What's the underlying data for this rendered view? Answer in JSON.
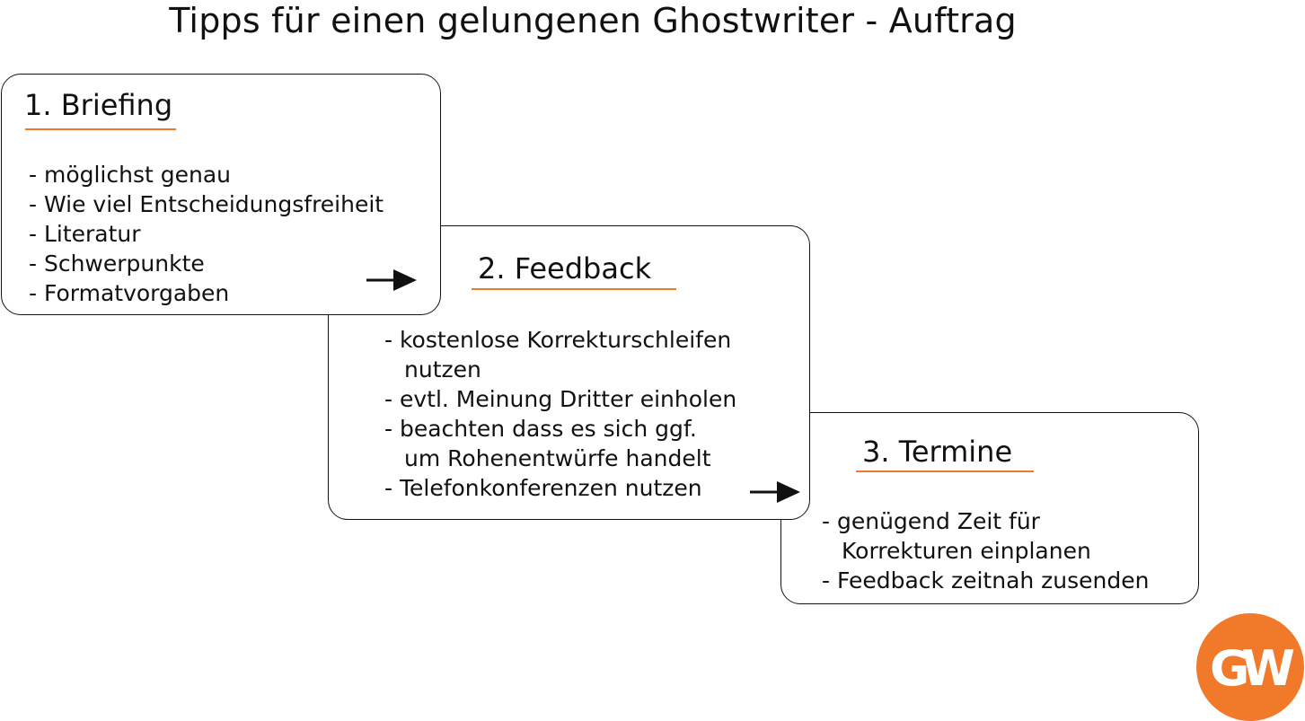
{
  "title": "Tipps für einen gelungenen Ghostwriter - Auftrag",
  "accent_color": "#f07a2a",
  "logo": {
    "text": "GW",
    "color": "#f07a2a"
  },
  "cards": [
    {
      "heading": "1. Briefing",
      "items": [
        "- möglichst genau",
        "- Wie viel Entscheidungsfreiheit",
        "- Literatur",
        "- Schwerpunkte",
        "- Formatvorgaben"
      ]
    },
    {
      "heading": "2. Feedback",
      "items": [
        "- kostenlose Korrekturschleifen",
        "nutzen",
        "- evtl. Meinung Dritter einholen",
        "- beachten dass es sich ggf.",
        "um Rohenentwürfe handelt",
        "- Telefonkonferenzen nutzen"
      ]
    },
    {
      "heading": "3. Termine",
      "items": [
        "- genügend Zeit für",
        "Korrekturen einplanen",
        "- Feedback zeitnah zusenden"
      ]
    }
  ],
  "connectors": [
    {
      "from": "1. Briefing",
      "to": "2. Feedback",
      "icon": "arrow-right-icon"
    },
    {
      "from": "2. Feedback",
      "to": "3. Termine",
      "icon": "arrow-right-icon"
    }
  ]
}
